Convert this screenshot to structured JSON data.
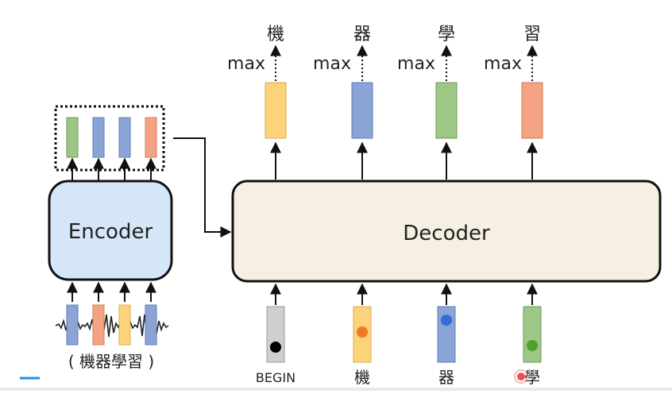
{
  "encoder": {
    "label": "Encoder"
  },
  "decoder": {
    "label": "Decoder"
  },
  "input_caption": "( 機器學習 )",
  "max_label": "max",
  "outputs": [
    "機",
    "器",
    "學",
    "習"
  ],
  "decoder_inputs": [
    "BEGIN",
    "機",
    "器",
    "學"
  ],
  "colors": {
    "green": "#9cc785",
    "blue": "#8aa4d6",
    "yellow": "#fcd27a",
    "orange": "#f5a483",
    "gray": "#cfcfcf",
    "encoder_fill": "#d4e6f7",
    "decoder_fill": "#f6f0e2",
    "dot_orange": "#ee7a25",
    "dot_blue": "#2f6fd6",
    "dot_green": "#4ea12c",
    "pointer": "#e6303a",
    "accent_line": "#2a8ee0"
  }
}
